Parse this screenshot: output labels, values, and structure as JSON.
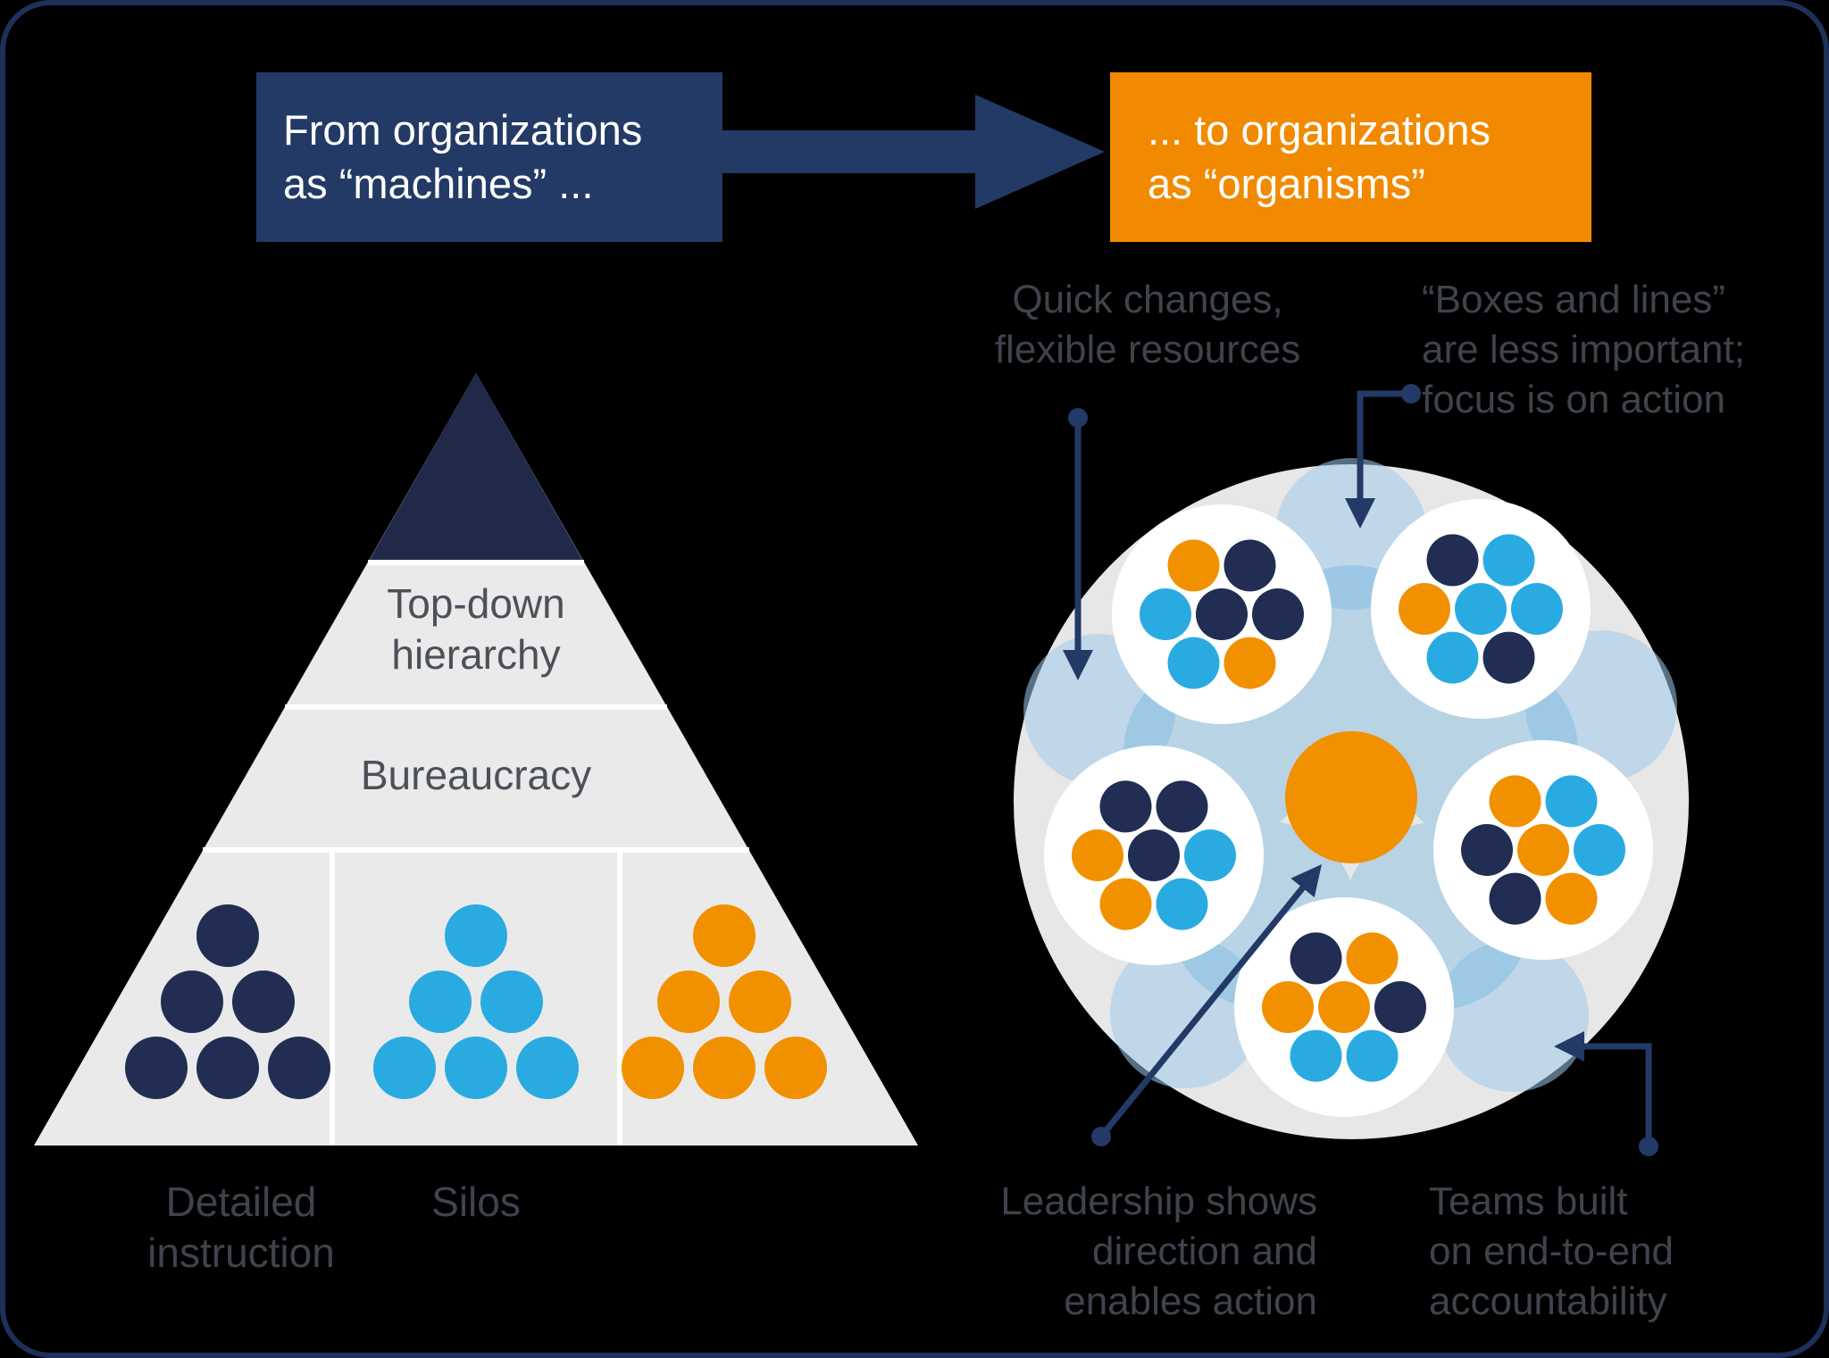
{
  "palette": {
    "background": "#000000",
    "navy_box": "#233A66",
    "navy_cap": "#20294A",
    "navy_dot": "#212D52",
    "orange": "#F29100",
    "orange_box": "#F18A00",
    "light_blue": "#29ABE2",
    "pyramid_gray": "#EAEAEA",
    "circle_gray": "#E7E7E7",
    "decorative_blue": "#9ECBEB",
    "text_dark": "#3E434C",
    "text_band": "#4C5058",
    "white": "#FFFFFF"
  },
  "flow": {
    "from_box": {
      "lines": [
        "From organizations",
        "as “machines” ..."
      ]
    },
    "to_box": {
      "lines": [
        "... to organizations",
        "as “organisms”"
      ]
    }
  },
  "pyramid": {
    "band_labels": {
      "top_down": {
        "lines": [
          "Top-down",
          "hierarchy"
        ]
      },
      "bureaucracy": "Bureaucracy"
    },
    "bottom_labels": {
      "detailed": {
        "lines": [
          "Detailed",
          "instruction"
        ]
      },
      "silos": "Silos"
    },
    "silo_columns": [
      {
        "name": "silo-1",
        "dot_color": "navy",
        "dot_count": 6
      },
      {
        "name": "silo-2",
        "dot_color": "light-blue",
        "dot_count": 6
      },
      {
        "name": "silo-3",
        "dot_color": "orange",
        "dot_count": 6
      }
    ]
  },
  "organism": {
    "team_count": 5,
    "center_dot": "orange",
    "teams": [
      {
        "position": "top-left",
        "dots": [
          "orange",
          "navy",
          "navy",
          "orange",
          "blue",
          "blue",
          "navy"
        ]
      },
      {
        "position": "top-right",
        "dots": [
          "navy",
          "blue",
          "blue",
          "navy",
          "blue",
          "orange",
          "blue"
        ]
      },
      {
        "position": "left",
        "dots": [
          "navy",
          "navy",
          "blue",
          "blue",
          "orange",
          "orange",
          "navy"
        ]
      },
      {
        "position": "right",
        "dots": [
          "orange",
          "blue",
          "blue",
          "orange",
          "navy",
          "navy",
          "orange"
        ]
      },
      {
        "position": "bottom",
        "dots": [
          "navy",
          "orange",
          "navy",
          "blue",
          "blue",
          "orange",
          "orange"
        ]
      }
    ]
  },
  "annotations": {
    "quick_changes": {
      "lines": [
        "Quick changes,",
        "flexible resources"
      ]
    },
    "boxes_lines": {
      "lines": [
        "“Boxes and lines”",
        "are less important;",
        "focus is on action"
      ]
    },
    "leadership": {
      "lines": [
        "Leadership shows",
        "direction and",
        "enables action"
      ]
    },
    "teams": {
      "lines": [
        "Teams built",
        "on end-to-end",
        "accountability"
      ]
    }
  }
}
